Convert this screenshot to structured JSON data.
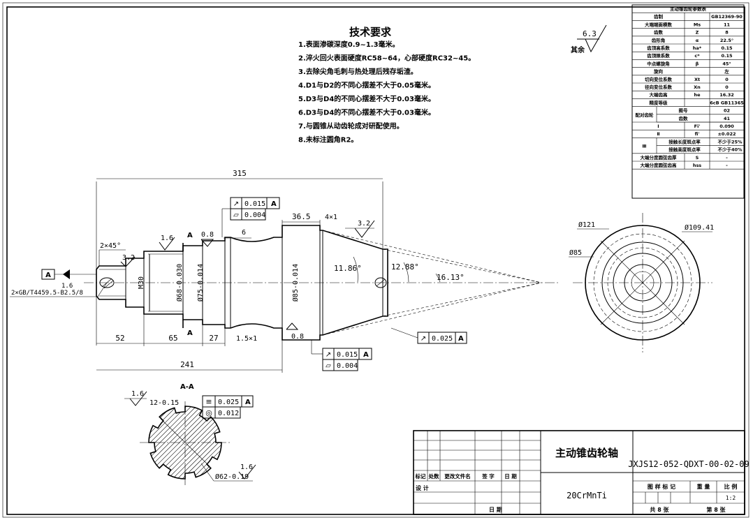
{
  "tech": {
    "title": "技术要求",
    "items": [
      "1.表面渗碳深度0.9~1.3毫米。",
      "2.淬火回火表面硬度RC58~64，心部硬度RC32~45。",
      "3.去除尖角毛刺与热处理后残存垢渣。",
      "4.D1与D2的不同心摆差不大于0.05毫米。",
      "5.D3与D4的不同心摆差不大于0.03毫米。",
      "6.D3与D4的不同心摆差不大于0.03毫米。",
      "7.与圆锥从动齿轮成对研配使用。",
      "8.未标注圆角R2。"
    ]
  },
  "roughness": {
    "rest_label": "其余",
    "rest_value": "6.3",
    "v16": "1.6",
    "v32": "3.2",
    "v08": "0.8"
  },
  "params": {
    "title": "主动锥齿轮参数表",
    "rows": [
      [
        "齿制",
        "",
        "GB12369-90"
      ],
      [
        "大端端面模数",
        "Ms",
        "11"
      ],
      [
        "齿数",
        "Z",
        "8"
      ],
      [
        "齿形角",
        "α",
        "22.5°"
      ],
      [
        "齿顶高系数",
        "ha*",
        "0.15"
      ],
      [
        "齿顶隙系数",
        "c*",
        "0.15"
      ],
      [
        "中点螺旋角",
        "β",
        "45°"
      ],
      [
        "旋向",
        "",
        "左"
      ],
      [
        "切向变位系数",
        "Xt",
        "0"
      ],
      [
        "径向变位系数",
        "Xn",
        "0"
      ],
      [
        "大端齿高",
        "he",
        "16.32"
      ],
      [
        "精度等级",
        "",
        "6cB GB11365"
      ]
    ],
    "pair_label": "配对齿轮",
    "pair_rows": [
      [
        "图号",
        "02"
      ],
      [
        "齿数",
        "41"
      ]
    ],
    "tol_rows": [
      [
        "Ⅰ",
        "Fi'",
        "0.090"
      ],
      [
        "Ⅱ",
        "fi'",
        "±0.022"
      ]
    ],
    "contact_label": "Ⅲ",
    "contact_rows": [
      [
        "接触长度斑点率",
        "不少于25%"
      ],
      [
        "接触高度斑点率",
        "不少于40%"
      ]
    ],
    "tail_rows": [
      [
        "大端分度圆弦齿厚",
        "S",
        "-"
      ],
      [
        "大端分度圆弦齿高",
        "hss",
        "-"
      ]
    ]
  },
  "dims": {
    "total": "315",
    "d241": "241",
    "d52": "52",
    "d65": "65",
    "d27": "27",
    "d15x1": "1.5×1",
    "d365": "36.5",
    "d4x1": "4×1",
    "d6": "6",
    "chamfer": "2×45°",
    "m30": "M30",
    "d68": "Ø68-0.030",
    "d75": "Ø75-0.014",
    "d85": "Ø85-0.014",
    "a1186": "11.86°",
    "a1288": "12.88°",
    "a1613": "16.13°",
    "center_hole": "2×GB/T4459.5-B2.5/8",
    "d121": "Ø121",
    "d10941": "Ø109.41",
    "dd85": "Ø85",
    "keyw": "12-0.15",
    "d62": "Ø62-0.19",
    "section_label": "A-A",
    "sec_mark": "A",
    "datum": "A"
  },
  "gdt": {
    "runout1": "0.015",
    "flat1": "0.004",
    "runout2": "0.015",
    "flat2": "0.004",
    "runout3": "0.025",
    "sym": "0.025",
    "conc": "0.012",
    "ref": "A"
  },
  "title_block": {
    "part_name": "主动锥齿轮轴",
    "material": "20CrMnTi",
    "drawing_no": "JXJS12-052-QDXT-00-02-09",
    "rev_headers": [
      "标记",
      "处数",
      "更改文件名",
      "签 字",
      "日 期"
    ],
    "design": "设 计",
    "date": "日 期",
    "stage": "图 样 标 记",
    "weight": "重 量",
    "scale_label": "比 例",
    "scale": "1:2",
    "total_sheets": "共 8 张",
    "sheet_no": "第 8 张"
  }
}
